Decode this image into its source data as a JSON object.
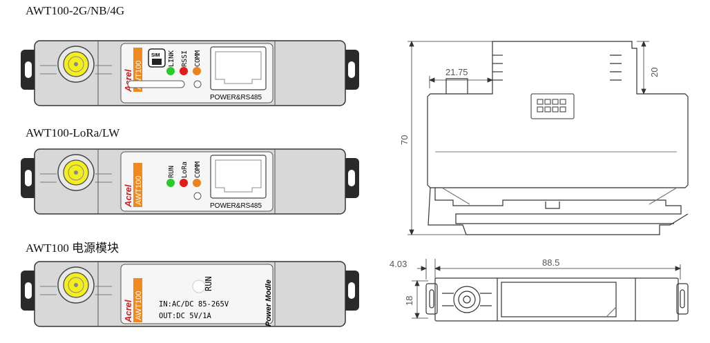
{
  "colors": {
    "body_gray": "#d8d8d8",
    "outline": "#333333",
    "led_green": "#2cc92c",
    "led_red": "#e41919",
    "led_orange": "#f0821e",
    "badge_orange": "#f08a1e",
    "brand_red": "#d42020",
    "antenna_yellow": "#f4ee1e"
  },
  "devices": [
    {
      "title": "AWT100-2G/NB/4G",
      "brand": "Acrel",
      "model": "AWT100",
      "sim_label": "SIM",
      "leds": [
        {
          "label": "LINK",
          "color": "green"
        },
        {
          "label": "RSSI",
          "color": "red"
        },
        {
          "label": "COMM",
          "color": "orange"
        }
      ],
      "port_label": "POWER&RS485"
    },
    {
      "title": "AWT100-LoRa/LW",
      "brand": "Acrel",
      "model": "AWT100",
      "leds": [
        {
          "label": "RUN",
          "color": "green"
        },
        {
          "label": "LoRa",
          "color": "red"
        },
        {
          "label": "COMM",
          "color": "orange"
        }
      ],
      "port_label": "POWER&RS485"
    },
    {
      "title": "AWT100 电源模块",
      "brand": "Acrel",
      "model": "AWT100",
      "run_label": "RUN",
      "input_spec": "IN:AC/DC 85-265V",
      "output_spec": "OUT:DC 5V/1A",
      "module_name": "Power Modle"
    }
  ],
  "dimensions": {
    "top_offset": "21.75",
    "notch_depth": "20",
    "height": "70",
    "side_offset": "4.03",
    "length": "88.5",
    "width": "18"
  }
}
